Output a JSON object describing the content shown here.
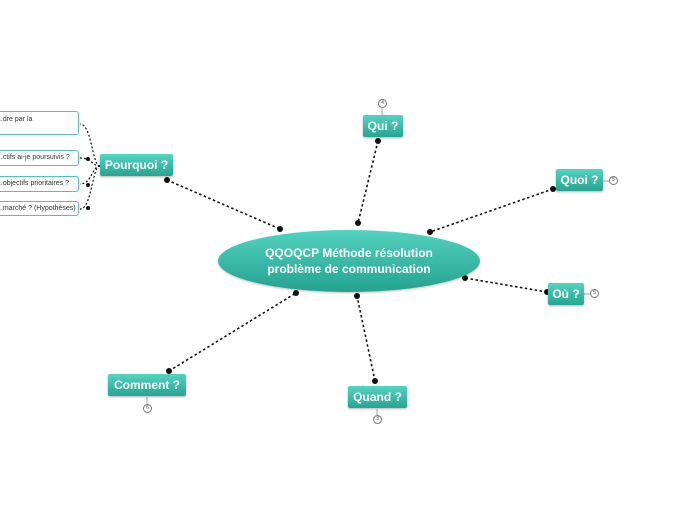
{
  "central": {
    "line1": "QQOQCP Méthode résolution",
    "line2": "problème de communication"
  },
  "branches": {
    "qui": {
      "label": "Qui ?",
      "count": "4"
    },
    "quoi": {
      "label": "Quoi ?",
      "count": "5"
    },
    "ou": {
      "label": "Où ?",
      "count": "5"
    },
    "quand": {
      "label": "Quand ?",
      "count": "3"
    },
    "comment": {
      "label": "Comment ?",
      "count": "6"
    },
    "pourquoi": {
      "label": "Pourquoi ?"
    }
  },
  "pourquoi_children": [
    "...dre par la",
    "...ctifs ai-je poursuivis ?",
    "...objectifs prioritaires ?",
    "...marché ? (Hypothèses)"
  ],
  "colors": {
    "node_top": "#54d3c0",
    "node_bottom": "#26a592",
    "leaf_border": "#4fc4b4",
    "connector": "#000000"
  }
}
